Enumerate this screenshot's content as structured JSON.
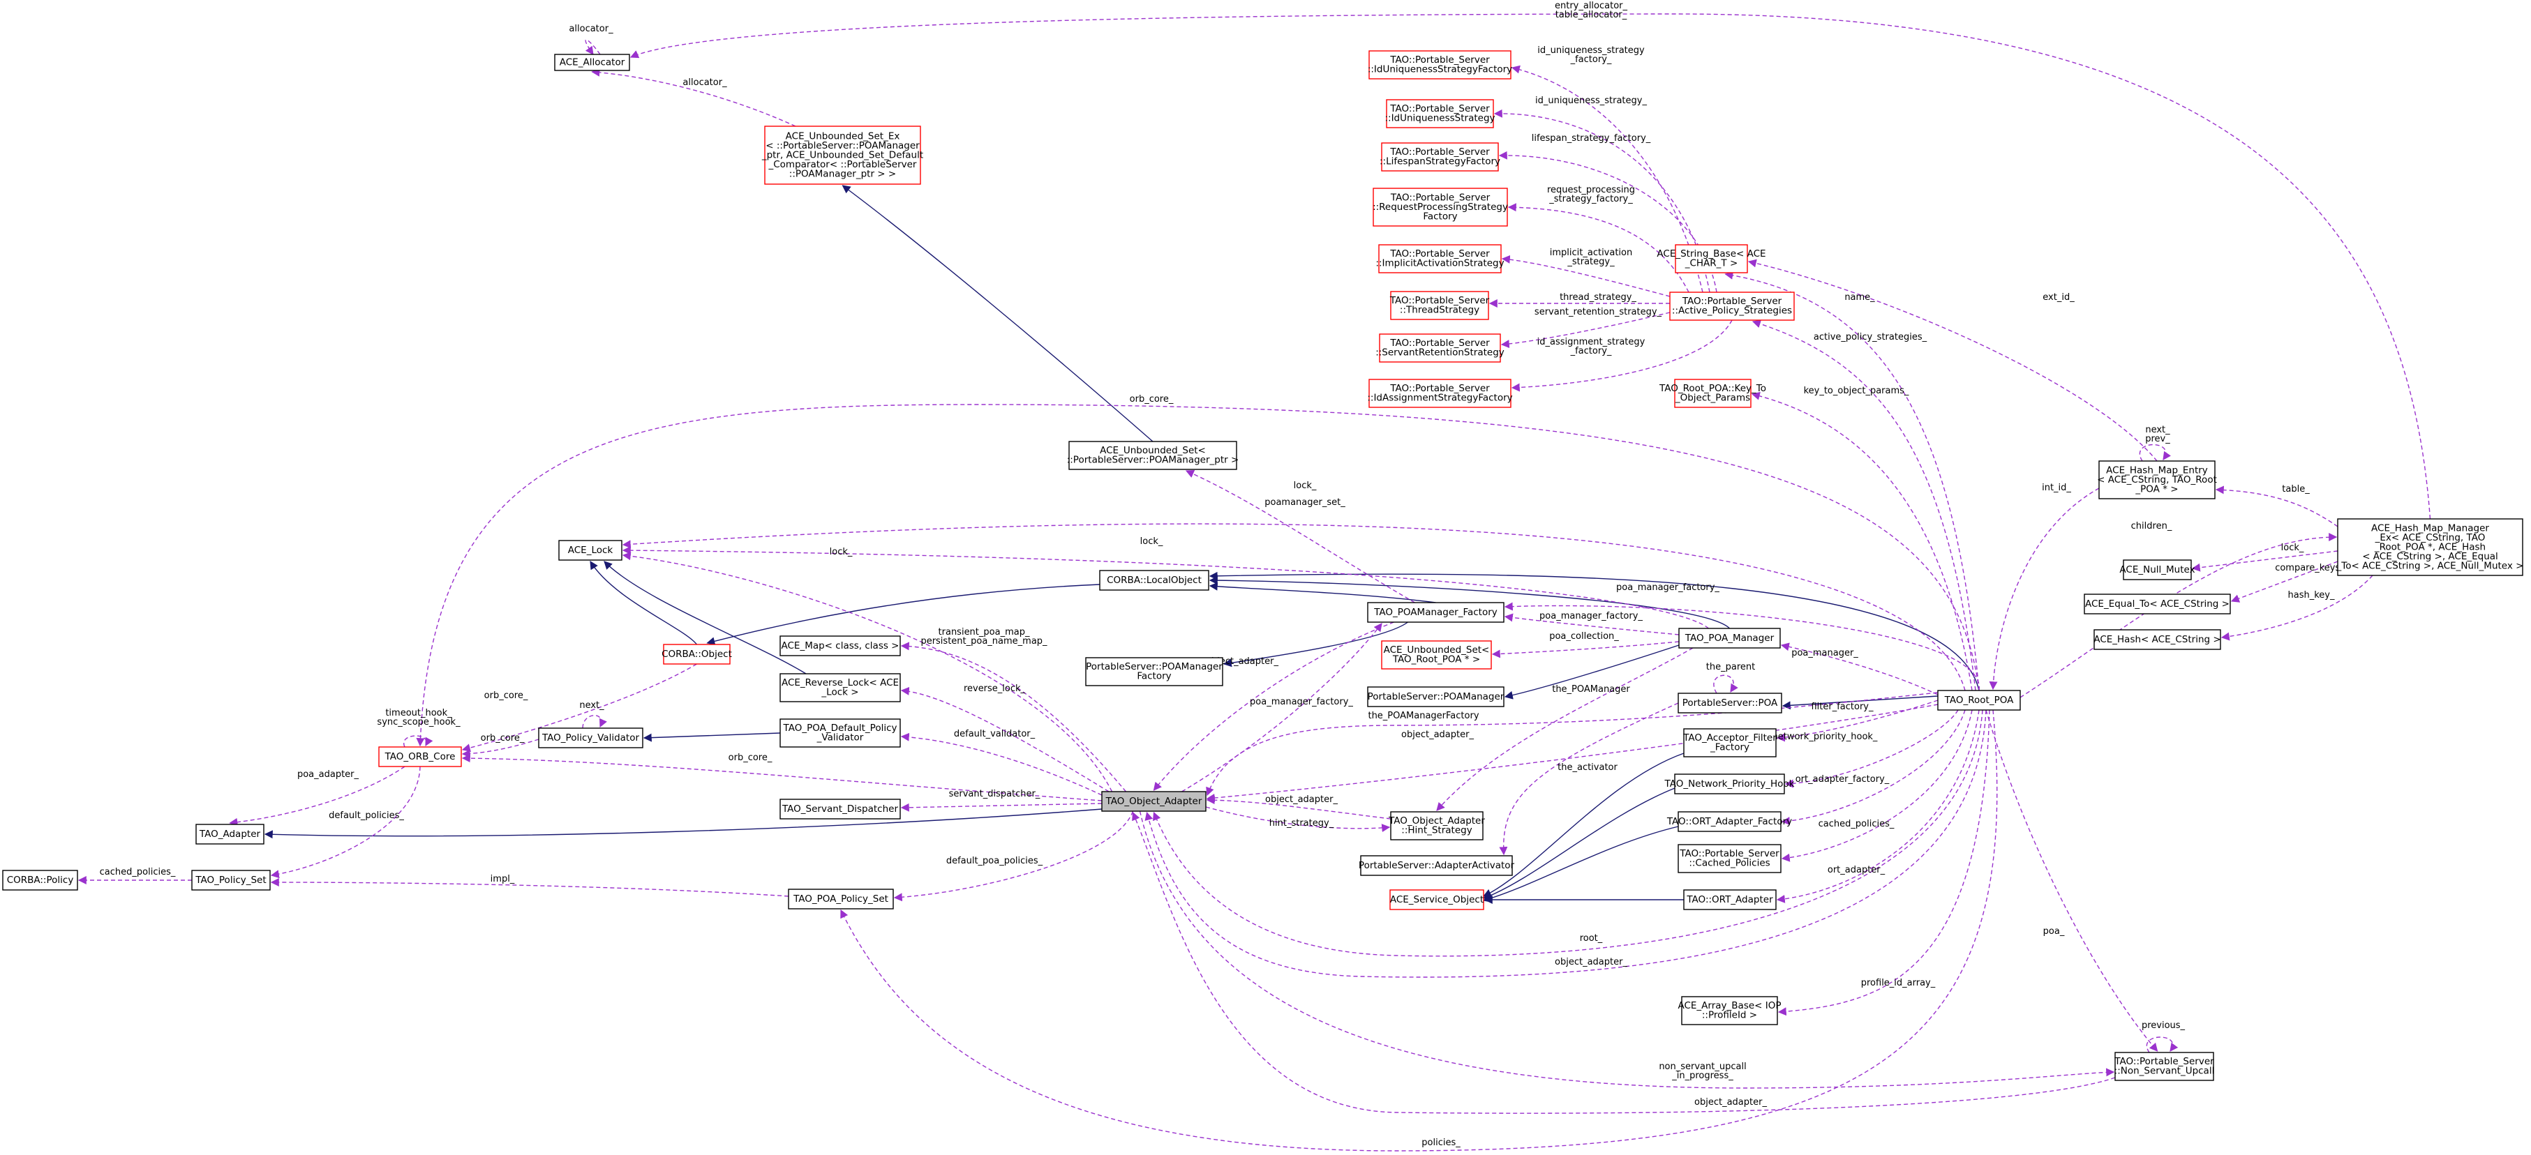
{
  "colors": {
    "node_fill": "#ffffff",
    "node_border_default": "#000000",
    "node_border_incomplete": "#ff0000",
    "node_fill_focus": "#bfbfbf",
    "edge_inheritance": "#191970",
    "edge_usage": "#9a32cd"
  },
  "nodes": [
    {
      "id": "ace_allocator",
      "lines": [
        "ACE_Allocator"
      ],
      "style": "default"
    },
    {
      "id": "ace_unbounded_set_ex",
      "lines": [
        "ACE_Unbounded_Set_Ex",
        "< ::PortableServer::POAManager",
        "_ptr, ACE_Unbounded_Set_Default",
        "_Comparator< ::PortableServer",
        "::POAManager_ptr > >"
      ],
      "style": "incomplete"
    },
    {
      "id": "ace_unbounded_set_poamanager",
      "lines": [
        "ACE_Unbounded_Set<",
        "::PortableServer::POAManager_ptr >"
      ],
      "style": "default"
    },
    {
      "id": "ace_lock",
      "lines": [
        "ACE_Lock"
      ],
      "style": "default"
    },
    {
      "id": "corba_object",
      "lines": [
        "CORBA::Object"
      ],
      "style": "incomplete"
    },
    {
      "id": "tao_orb_core",
      "lines": [
        "TAO_ORB_Core"
      ],
      "style": "incomplete"
    },
    {
      "id": "tao_adapter",
      "lines": [
        "TAO_Adapter"
      ],
      "style": "default"
    },
    {
      "id": "corba_policy",
      "lines": [
        "CORBA::Policy"
      ],
      "style": "default"
    },
    {
      "id": "tao_policy_set",
      "lines": [
        "TAO_Policy_Set"
      ],
      "style": "default"
    },
    {
      "id": "tao_policy_validator",
      "lines": [
        "TAO_Policy_Validator"
      ],
      "style": "default"
    },
    {
      "id": "ace_map",
      "lines": [
        "ACE_Map< class, class >"
      ],
      "style": "default"
    },
    {
      "id": "ace_reverse_lock",
      "lines": [
        "ACE_Reverse_Lock< ACE",
        "_Lock >"
      ],
      "style": "default"
    },
    {
      "id": "tao_poa_default_policy_validator",
      "lines": [
        "TAO_POA_Default_Policy",
        "_Validator"
      ],
      "style": "default"
    },
    {
      "id": "tao_servant_dispatcher",
      "lines": [
        "TAO_Servant_Dispatcher"
      ],
      "style": "default"
    },
    {
      "id": "tao_poa_policy_set",
      "lines": [
        "TAO_POA_Policy_Set"
      ],
      "style": "default"
    },
    {
      "id": "tao_object_adapter",
      "lines": [
        "TAO_Object_Adapter"
      ],
      "style": "focus"
    },
    {
      "id": "corba_localobject",
      "lines": [
        "CORBA::LocalObject"
      ],
      "style": "default"
    },
    {
      "id": "tao_poamanager_factory",
      "lines": [
        "TAO_POAManager_Factory"
      ],
      "style": "default"
    },
    {
      "id": "portableserver_poamanagerfactory",
      "lines": [
        "PortableServer::POAManager",
        "Factory"
      ],
      "style": "default"
    },
    {
      "id": "ace_unbounded_set_root_poa",
      "lines": [
        "ACE_Unbounded_Set<",
        "TAO_Root_POA * >"
      ],
      "style": "incomplete"
    },
    {
      "id": "tao_poa_manager",
      "lines": [
        "TAO_POA_Manager"
      ],
      "style": "default"
    },
    {
      "id": "portableserver_poamanager",
      "lines": [
        "PortableServer::POAManager"
      ],
      "style": "default"
    },
    {
      "id": "portableserver_poa",
      "lines": [
        "PortableServer::POA"
      ],
      "style": "default"
    },
    {
      "id": "tao_object_adapter_hint_strategy",
      "lines": [
        "TAO_Object_Adapter",
        "::Hint_Strategy"
      ],
      "style": "default"
    },
    {
      "id": "portableserver_adapteractivator",
      "lines": [
        "PortableServer::AdapterActivator"
      ],
      "style": "default"
    },
    {
      "id": "ace_service_object",
      "lines": [
        "ACE_Service_Object"
      ],
      "style": "incomplete"
    },
    {
      "id": "tao_idus_factory",
      "lines": [
        "TAO::Portable_Server",
        "::IdUniquenessStrategyFactory"
      ],
      "style": "incomplete"
    },
    {
      "id": "tao_idus",
      "lines": [
        "TAO::Portable_Server",
        "::IdUniquenessStrategy"
      ],
      "style": "incomplete"
    },
    {
      "id": "tao_lifespan_factory",
      "lines": [
        "TAO::Portable_Server",
        "::LifespanStrategyFactory"
      ],
      "style": "incomplete"
    },
    {
      "id": "tao_rps_factory",
      "lines": [
        "TAO::Portable_Server",
        "::RequestProcessingStrategy",
        "Factory"
      ],
      "style": "incomplete"
    },
    {
      "id": "tao_implicit_activation",
      "lines": [
        "TAO::Portable_Server",
        "::ImplicitActivationStrategy"
      ],
      "style": "incomplete"
    },
    {
      "id": "tao_thread_strategy",
      "lines": [
        "TAO::Portable_Server",
        "::ThreadStrategy"
      ],
      "style": "incomplete"
    },
    {
      "id": "tao_servant_retention",
      "lines": [
        "TAO::Portable_Server",
        "::ServantRetentionStrategy"
      ],
      "style": "incomplete"
    },
    {
      "id": "tao_id_assignment_factory",
      "lines": [
        "TAO::Portable_Server",
        "::IdAssignmentStrategyFactory"
      ],
      "style": "incomplete"
    },
    {
      "id": "ace_string_base",
      "lines": [
        "ACE_String_Base< ACE",
        "_CHAR_T >"
      ],
      "style": "incomplete"
    },
    {
      "id": "tao_active_policy_strategies",
      "lines": [
        "TAO::Portable_Server",
        "::Active_Policy_Strategies"
      ],
      "style": "incomplete"
    },
    {
      "id": "tao_root_poa_key_to_object_params",
      "lines": [
        "TAO_Root_POA::Key_To",
        "_Object_Params"
      ],
      "style": "incomplete"
    },
    {
      "id": "tao_acceptor_filter_factory",
      "lines": [
        "TAO_Acceptor_Filter",
        "_Factory"
      ],
      "style": "default"
    },
    {
      "id": "tao_network_priority_hook",
      "lines": [
        "TAO_Network_Priority_Hook"
      ],
      "style": "default"
    },
    {
      "id": "tao_ort_adapter_factory",
      "lines": [
        "TAO::ORT_Adapter_Factory"
      ],
      "style": "default"
    },
    {
      "id": "tao_cached_policies",
      "lines": [
        "TAO::Portable_Server",
        "::Cached_Policies"
      ],
      "style": "default"
    },
    {
      "id": "tao_ort_adapter",
      "lines": [
        "TAO::ORT_Adapter"
      ],
      "style": "default"
    },
    {
      "id": "ace_array_base",
      "lines": [
        "ACE_Array_Base< IOP",
        "::ProfileId >"
      ],
      "style": "default"
    },
    {
      "id": "tao_root_poa",
      "lines": [
        "TAO_Root_POA"
      ],
      "style": "default"
    },
    {
      "id": "ace_hash_map_entry",
      "lines": [
        "ACE_Hash_Map_Entry",
        "< ACE_CString, TAO_Root",
        "_POA * >"
      ],
      "style": "default"
    },
    {
      "id": "ace_hash_map_manager_ex",
      "lines": [
        "ACE_Hash_Map_Manager",
        "_Ex< ACE_CString, TAO",
        "_Root_POA *, ACE_Hash",
        "< ACE_CString >, ACE_Equal",
        "_To< ACE_CString >, ACE_Null_Mutex >"
      ],
      "style": "default"
    },
    {
      "id": "ace_null_mutex",
      "lines": [
        "ACE_Null_Mutex"
      ],
      "style": "default"
    },
    {
      "id": "ace_equal_to",
      "lines": [
        "ACE_Equal_To< ACE_CString >"
      ],
      "style": "default"
    },
    {
      "id": "ace_hash",
      "lines": [
        "ACE_Hash< ACE_CString >"
      ],
      "style": "default"
    },
    {
      "id": "tao_non_servant_upcall",
      "lines": [
        "TAO::Portable_Server",
        "::Non_Servant_Upcall"
      ],
      "style": "default"
    }
  ],
  "edge_labels": {
    "allocator_self": "allocator_",
    "allocator": "allocator_",
    "entry_allocator": [
      "entry_allocator_",
      "table_allocator_"
    ],
    "orb_core_top": "orb_core_",
    "lock_top": "lock_",
    "lock_mid": "lock_",
    "lock_left": "lock_",
    "timeout_hook": [
      "timeout_hook_",
      "sync_scope_hook_"
    ],
    "orb_core_validator": "orb_core_",
    "orb_core_obj": "orb_core_",
    "orb_core_oa": "orb_core_",
    "next_validator": "next_",
    "poa_adapter": "poa_adapter_",
    "default_policies": "default_policies_",
    "cached_policies_left": "cached_policies_",
    "impl": "impl_",
    "default_poa_policies": "default_poa_policies_",
    "transient_poa_map": [
      "transient_poa_map_",
      "persistent_poa_name_map_"
    ],
    "reverse_lock": "reverse_lock_",
    "default_validator": "default_validator_",
    "servant_dispatcher": "servant_dispatcher_",
    "poamanager_set": "poamanager_set_",
    "object_adapter_factory": "object_adapter_",
    "poa_manager_factory_oa": "poa_manager_factory_",
    "object_adapter_hint": "object_adapter_",
    "hint_strategy": "hint_strategy_",
    "the_poamanagerfactory": "the_POAManagerFactory",
    "object_adapter_mid": "object_adapter_",
    "poa_manager_factory_pm": "poa_manager_factory_",
    "poa_manager_factory_root": "poa_manager_factory_",
    "poa_collection": "poa_collection_",
    "the_poamanager": "the_POAManager",
    "the_parent": "the_parent",
    "the_activator": "the_activator",
    "poa_manager": "poa_manager_",
    "filter_factory": "filter_factory_",
    "network_priority_hook": "network_priority_hook_",
    "ort_adapter_factory": "ort_adapter_factory_",
    "cached_policies_root": "cached_policies_",
    "ort_adapter": "ort_adapter_",
    "root": "root_",
    "object_adapter_root": "object_adapter_",
    "profile_id_array": "profile_id_array_",
    "non_servant_upcall": [
      "non_servant_upcall",
      "_in_progress_"
    ],
    "object_adapter_bottom": "object_adapter_",
    "policies": "policies_",
    "id_uniqueness_factory": [
      "id_uniqueness_strategy",
      "_factory_"
    ],
    "id_uniqueness": "id_uniqueness_strategy_",
    "lifespan_factory": "lifespan_strategy_factory_",
    "request_processing": [
      "request_processing",
      "_strategy_factory_"
    ],
    "implicit_activation": [
      "implicit_activation",
      "_strategy_"
    ],
    "thread_strategy": "thread_strategy_",
    "servant_retention": "servant_retention_strategy_",
    "id_assignment": [
      "id_assignment_strategy",
      "_factory_"
    ],
    "name": "name_",
    "active_policy_strategies": "active_policy_strategies_",
    "key_to_object_params": "key_to_object_params_",
    "ext_id": "ext_id_",
    "int_id": "int_id_",
    "next_prev": [
      "next_",
      "prev_"
    ],
    "table": "table_",
    "children": "children_",
    "lock_right": "lock_",
    "compare_keys": "compare_keys_",
    "hash_key": "hash_key_",
    "poa": "poa_",
    "previous": "previous_"
  }
}
